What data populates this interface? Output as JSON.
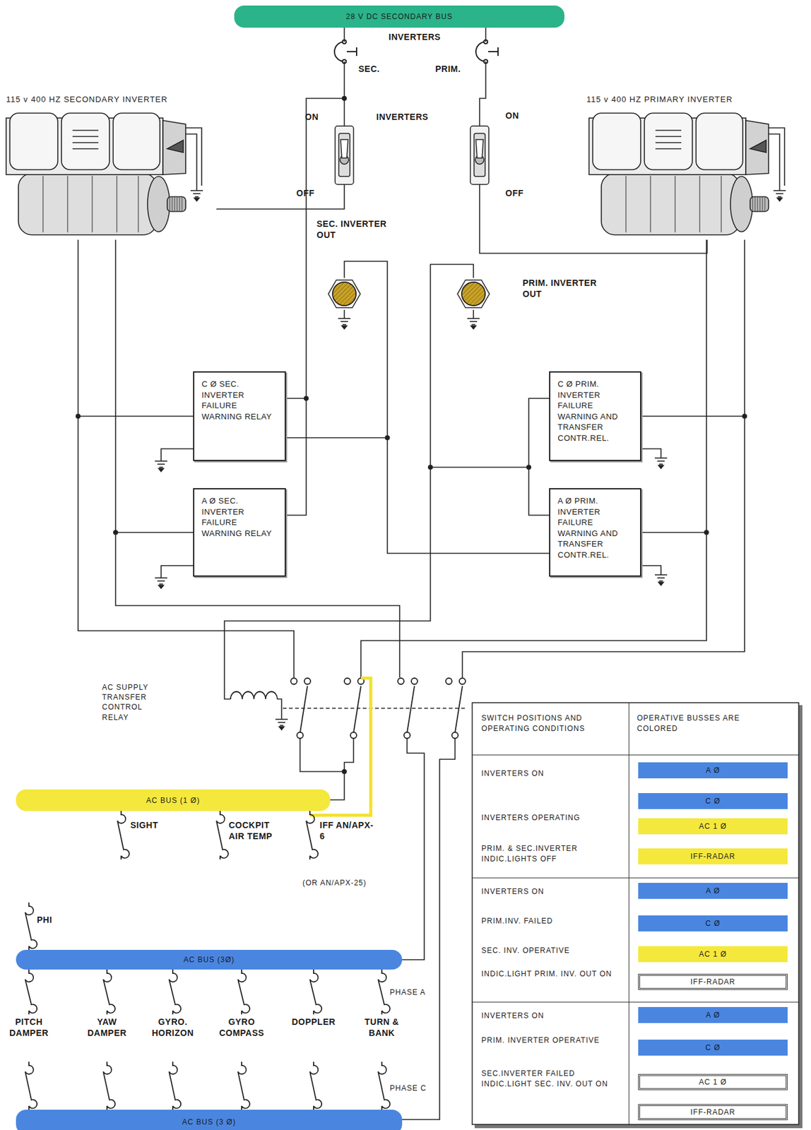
{
  "diagram": {
    "nodes": [
      {
        "text": [
          "28 V DC SECONDARY BUS"
        ]
      },
      {
        "text": [
          "115 v 400 HZ SECONDARY INVERTER"
        ]
      },
      {
        "text": [
          "115 v 400 HZ PRIMARY INVERTER"
        ]
      },
      {
        "text": [
          "C Ø SEC. INVERTER FAILURE WARNING RELAY"
        ]
      },
      {
        "text": [
          "C Ø PRIM. INVERTER FAILURE WARNING AND TRANSFER CONTR.REL."
        ]
      },
      {
        "text": [
          "A Ø SEC. INVERTER FAILURE WARNING RELAY"
        ]
      },
      {
        "text": [
          "A Ø PRIM. INVERTER FAILURE WARNING AND TRANSFER CONTR.REL."
        ]
      },
      {
        "text": [
          "AC BUS (1 Ø)"
        ]
      },
      {
        "text": [
          "AC BUS (3Ø)"
        ]
      },
      {
        "text": [
          "AC BUS (3 Ø)"
        ]
      }
    ],
    "edges": [
      {
        "from": 1,
        "to": 3,
        "arrow": "none"
      },
      {
        "from": 1,
        "to": 5,
        "arrow": "none"
      },
      {
        "from": 2,
        "to": 4,
        "arrow": "none"
      },
      {
        "from": 2,
        "to": 6,
        "arrow": "none"
      }
    ],
    "labels": [
      "INVERTERS",
      "SEC.",
      "PRIM.",
      "ON",
      "INVERTERS",
      "ON",
      "OFF",
      "OFF",
      "SEC. INVERTER OUT",
      "PRIM. INVERTER OUT",
      "AC SUPPLY TRANSFER CONTROL RELAY",
      "SIGHT",
      "COCKPIT AIR TEMP",
      "IFF AN/APX-6",
      "(OR AN/APX-25)",
      "PHI",
      "PITCH DAMPER",
      "YAW DAMPER",
      "GYRO. HORIZON",
      "GYRO COMPASS",
      "DOPPLER",
      "TURN & BANK",
      "PHASE A",
      "PHASE C",
      "SWITCH POSITIONS AND OPERATING CONDITIONS",
      "OPERATIVE BUSSES ARE COLORED",
      "INVERTERS ON",
      "INVERTERS OPERATING",
      "PRIM. & SEC.INVERTER INDIC.LIGHTS OFF",
      "A Ø",
      "C Ø",
      "AC 1 Ø",
      "IFF-RADAR",
      "INVERTERS ON",
      "PRIM.INV. FAILED",
      "SEC. INV. OPERATIVE",
      "INDIC.LIGHT PRIM. INV. OUT ON",
      "A Ø",
      "C Ø",
      "AC 1 Ø",
      "IFF-RADAR",
      "INVERTERS ON",
      "PRIM. INVERTER OPERATIVE",
      "SEC.INVERTER FAILED INDIC.LIGHT SEC. INV. OUT ON",
      "A Ø",
      "C Ø",
      "AC 1 Ø",
      "IFF-RADAR"
    ]
  }
}
